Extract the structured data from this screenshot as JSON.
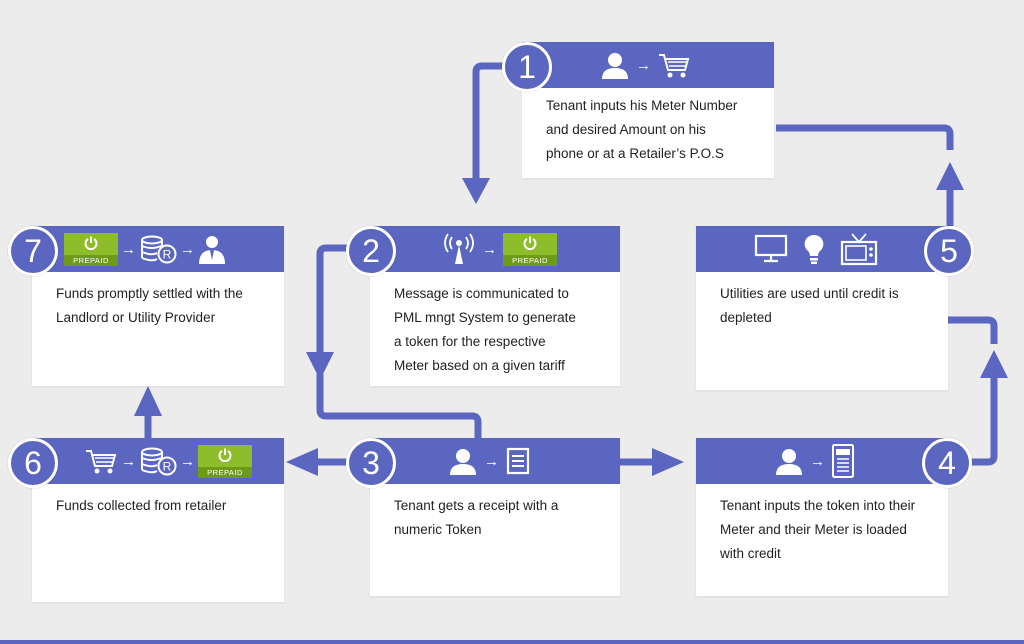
{
  "colors": {
    "accent": "#5b66c0",
    "prepaid_green": "#8dbd2b",
    "background": "#ececec"
  },
  "steps": [
    {
      "number": "1",
      "icons": [
        "person-icon",
        "arrow-icon",
        "cart-icon"
      ],
      "text": "Tenant inputs his Meter Number\n and desired Amount on his\nphone or at a Retailer’s P.O.S"
    },
    {
      "number": "2",
      "icons": [
        "antenna-icon",
        "arrow-icon",
        "prepaid-icon"
      ],
      "text": "Message is communicated to\nPML mngt System to generate\n a token for the respective\nMeter based on a given tariff"
    },
    {
      "number": "3",
      "icons": [
        "person-icon",
        "arrow-icon",
        "receipt-icon"
      ],
      "text": "Tenant gets a receipt with a\nnumeric Token"
    },
    {
      "number": "4",
      "icons": [
        "person-icon",
        "arrow-icon",
        "meter-icon"
      ],
      "text": "Tenant inputs the token into their\nMeter and their Meter is loaded\nwith credit"
    },
    {
      "number": "5",
      "icons": [
        "monitor-icon",
        "bulb-icon",
        "tv-icon"
      ],
      "text": "Utilities are used until credit is\ndepleted"
    },
    {
      "number": "6",
      "icons": [
        "cart-icon",
        "arrow-icon",
        "coins-icon",
        "arrow-icon",
        "prepaid-icon"
      ],
      "text": "Funds collected from retailer"
    },
    {
      "number": "7",
      "icons": [
        "prepaid-icon",
        "arrow-icon",
        "coins-icon",
        "arrow-icon",
        "landlord-icon"
      ],
      "text": "Funds promptly settled with the\nLandlord or Utility Provider"
    }
  ],
  "prepaid_label": "PREPAID",
  "coins_label": "R"
}
